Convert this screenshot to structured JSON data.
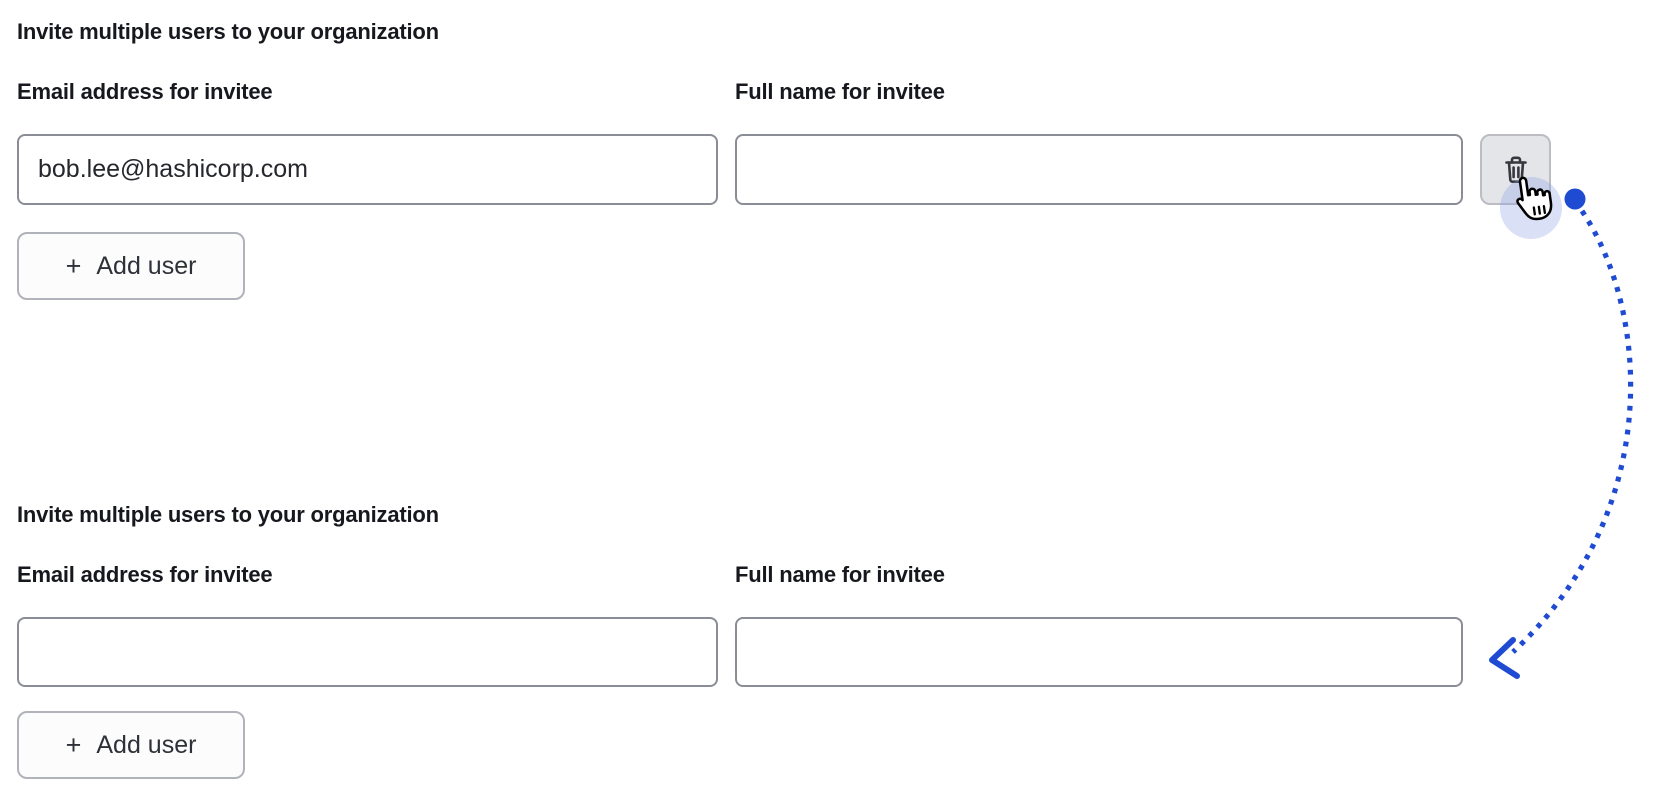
{
  "colors": {
    "annotation_blue": "#1f4bd2",
    "halo_lavender": "rgba(141,158,226,0.32)",
    "input_border": "#8b8d96",
    "text_dark": "#16181d",
    "delete_button_bg": "#e4e5e9"
  },
  "form_instances": [
    {
      "heading": "Invite multiple users to your organization",
      "email_field": {
        "label": "Email address for invitee",
        "value": "bob.lee@hashicorp.com"
      },
      "name_field": {
        "label": "Full name for invitee",
        "value": ""
      },
      "add_user_button": {
        "plus": "+",
        "label": "Add user"
      },
      "delete_button": {
        "icon": "trash-icon"
      }
    },
    {
      "heading": "Invite multiple users to your organization",
      "email_field": {
        "label": "Email address for invitee",
        "value": ""
      },
      "name_field": {
        "label": "Full name for invitee",
        "value": ""
      },
      "add_user_button": {
        "plus": "+",
        "label": "Add user"
      }
    }
  ],
  "annotation": {
    "kind": "dotted-curved-arrow-with-click-cursor",
    "from": "delete-row-button (form 1)",
    "to": "second form block",
    "color": "#1f4bd2"
  }
}
